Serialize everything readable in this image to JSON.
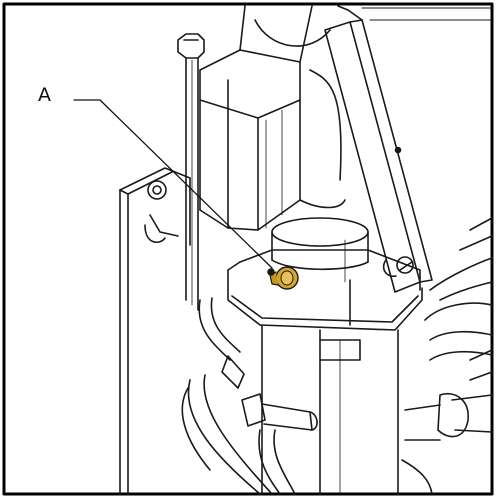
{
  "callouts": [
    {
      "id": "A",
      "label": "A",
      "target": "brass-fitting"
    }
  ],
  "colors": {
    "line": "#1a1a1a",
    "frame": "#000000",
    "background": "#ffffff",
    "highlight_part": "#d4a62a"
  }
}
